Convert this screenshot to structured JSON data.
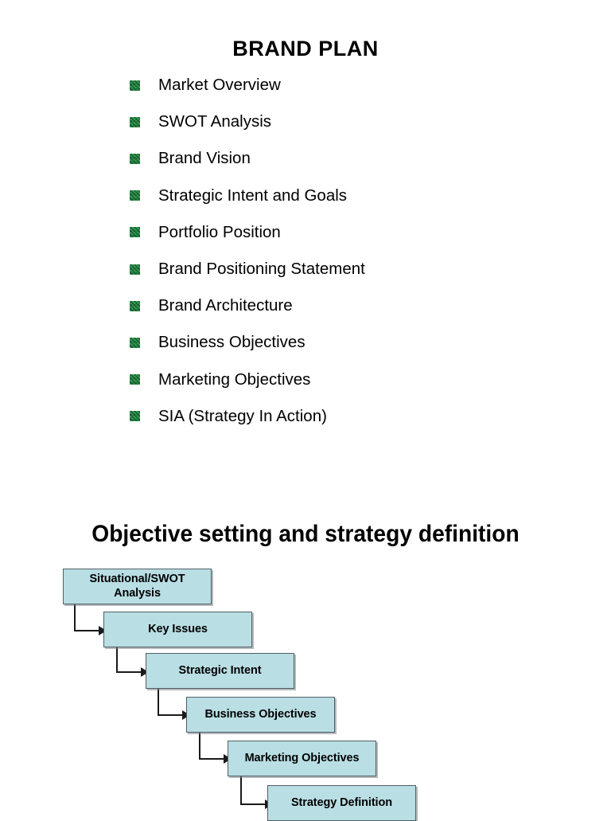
{
  "slide1": {
    "title": "BRAND PLAN",
    "bullet_icon": "green-square-bullet",
    "items": [
      {
        "label": "Market Overview"
      },
      {
        "label": "SWOT Analysis"
      },
      {
        "label": "Brand Vision"
      },
      {
        "label": "Strategic Intent and Goals"
      },
      {
        "label": "Portfolio Position"
      },
      {
        "label": "Brand Positioning Statement"
      },
      {
        "label": "Brand Architecture"
      },
      {
        "label": "Business Objectives"
      },
      {
        "label": "Marketing Objectives"
      },
      {
        "label": "SIA (Strategy In Action)"
      }
    ]
  },
  "slide2": {
    "heading": "Objective setting and strategy definition",
    "diagram": {
      "type": "cascade-flow",
      "box_fill_color": "#b9dee4",
      "box_border_color": "#4f5f66",
      "arrow_color": "#000000",
      "steps": [
        {
          "label": "Situational/SWOT Analysis",
          "lines": [
            "Situational/SWOT",
            "Analysis"
          ]
        },
        {
          "label": "Key Issues",
          "lines": [
            "Key Issues"
          ]
        },
        {
          "label": "Strategic Intent",
          "lines": [
            "Strategic Intent"
          ]
        },
        {
          "label": "Business Objectives",
          "lines": [
            "Business Objectives"
          ]
        },
        {
          "label": "Marketing Objectives",
          "lines": [
            "Marketing",
            "Objectives"
          ]
        },
        {
          "label": "Strategy Definition",
          "lines": [
            "Strategy Definition"
          ]
        }
      ]
    }
  }
}
